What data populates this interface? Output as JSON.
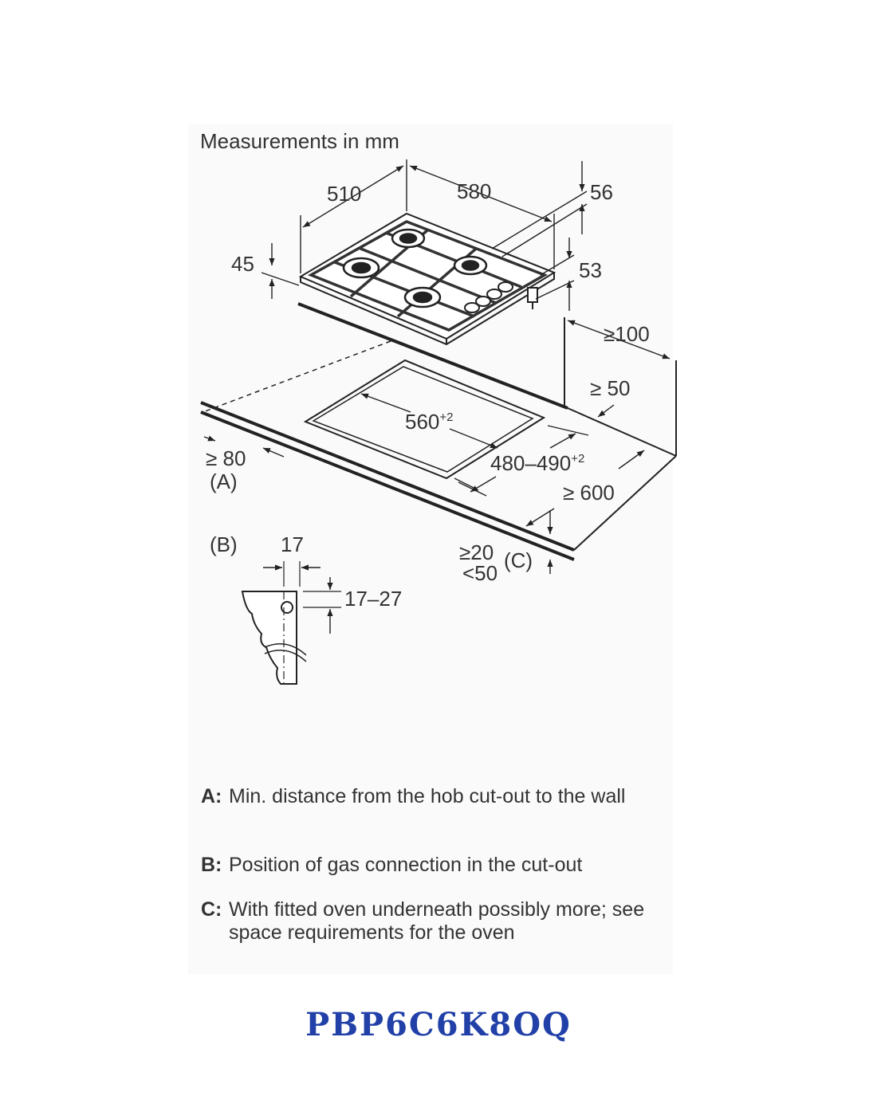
{
  "header": {
    "units_label": "Measurements in mm"
  },
  "dimensions": {
    "hob_depth": "510",
    "hob_width": "580",
    "hob_height_above": "56",
    "hob_height_below": "53",
    "worktop_thickness_left": "45",
    "side_clearance": "≥100",
    "front_clearance": "≥ 50",
    "cutout_width": "560",
    "cutout_width_tol": "+2",
    "cutout_depth": "480–490",
    "cutout_depth_tol": "+2",
    "wall_clearance": "≥ 80",
    "worktop_depth": "≥ 600",
    "worktop_thickness_min": "≥20",
    "worktop_thickness_max": "<50"
  },
  "markers": {
    "a": "(A)",
    "b": "(B)",
    "c": "(C)"
  },
  "detail_b": {
    "gap": "17",
    "offset": "17–27"
  },
  "legend": [
    {
      "key": "A:",
      "text": "Min. distance from the hob cut-out to the wall"
    },
    {
      "key": "B:",
      "text": "Position of gas connection in the cut-out"
    },
    {
      "key": "C:",
      "text": "With fitted oven underneath possibly more; see space requirements for the oven"
    }
  ],
  "model": "PBP6C6K8OQ",
  "colors": {
    "line": "#222222",
    "text": "#333333",
    "model": "#2140a8"
  }
}
